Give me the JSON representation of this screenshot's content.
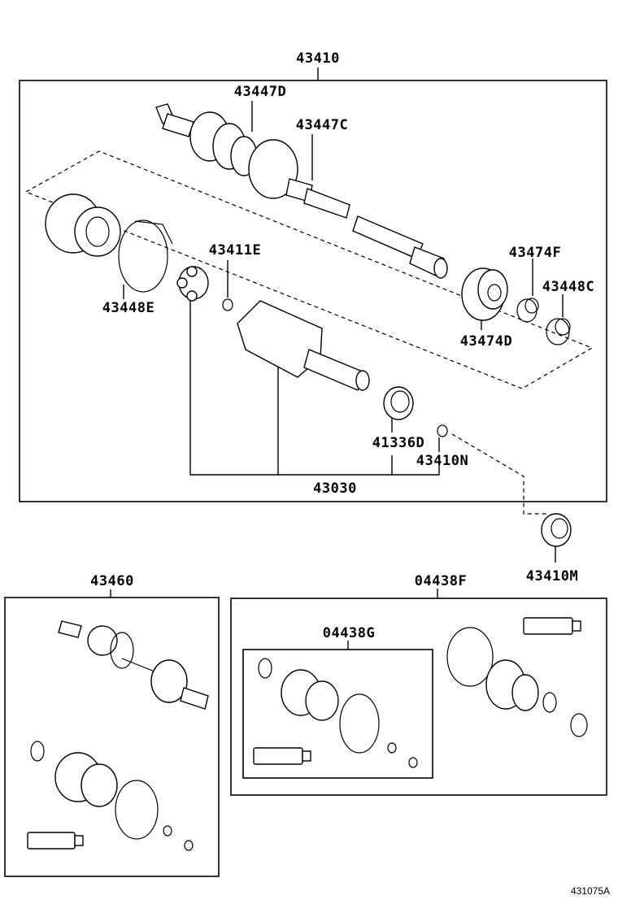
{
  "diagram": {
    "callouts": {
      "c43410": "43410",
      "c43447D": "43447D",
      "c43447C": "43447C",
      "c43411E": "43411E",
      "c43448E": "43448E",
      "c43474F": "43474F",
      "c43448C": "43448C",
      "c43474D": "43474D",
      "c41336D": "41336D",
      "c43410N": "43410N",
      "c43030": "43030",
      "c43410M": "43410M",
      "c43460": "43460",
      "c04438F": "04438F",
      "c04438G": "04438G"
    },
    "reference_code": "431075A"
  }
}
